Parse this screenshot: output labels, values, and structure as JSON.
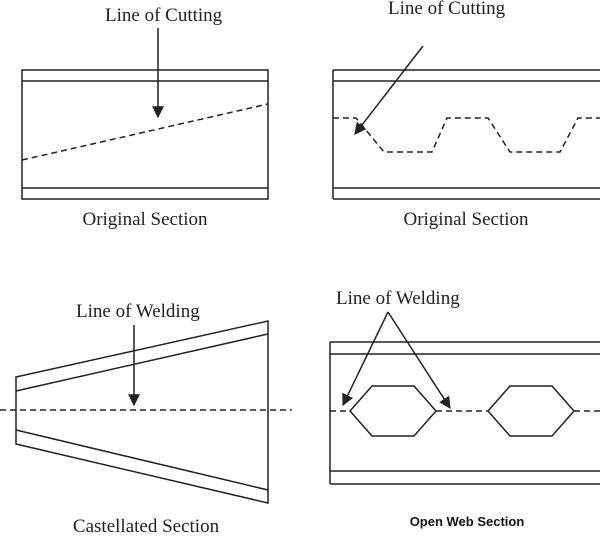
{
  "panels": {
    "top_left": {
      "annotation": "Line of Cutting",
      "caption": "Original Section"
    },
    "top_right": {
      "annotation": "Line of Cutting",
      "caption": "Original Section"
    },
    "bottom_left": {
      "annotation": "Line of Welding",
      "caption": "Castellated Section"
    },
    "bottom_right": {
      "annotation": "Line of Welding",
      "caption": "Open Web Section"
    }
  }
}
